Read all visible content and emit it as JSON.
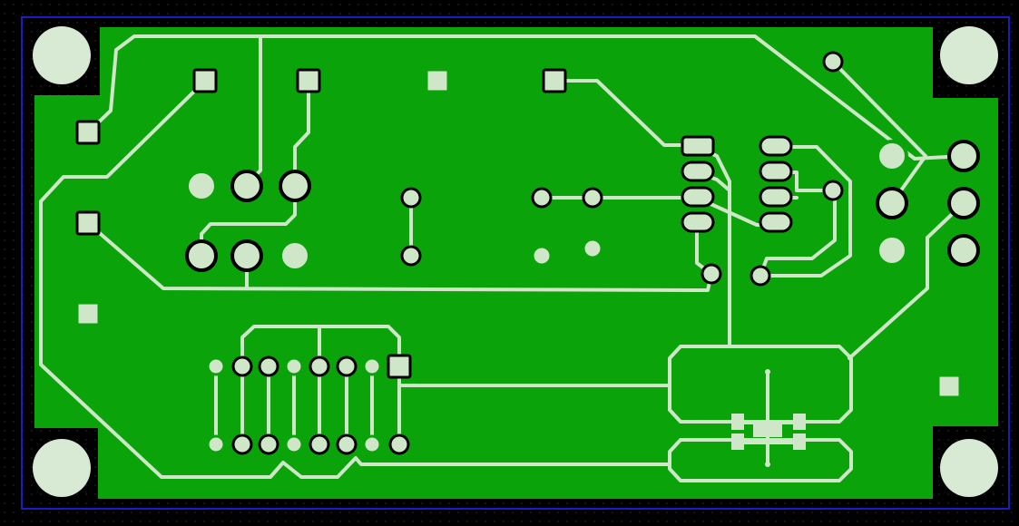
{
  "title": "",
  "colors": {
    "background": "#000000",
    "board_outline": "#1b1bc8",
    "copper": "#0aa30a",
    "track": "#cfe6c9",
    "hole": "#d8ead3",
    "pad_ring": "#000000"
  },
  "components": [
    {
      "name": "mounting-hole",
      "count": 4
    },
    {
      "name": "square-pad",
      "count": 8
    },
    {
      "name": "round-pad",
      "count": 16
    },
    {
      "name": "dip-ic",
      "pins": 16
    },
    {
      "name": "header-connector",
      "pins": 6
    },
    {
      "name": "smd-component",
      "pads": 6
    }
  ]
}
